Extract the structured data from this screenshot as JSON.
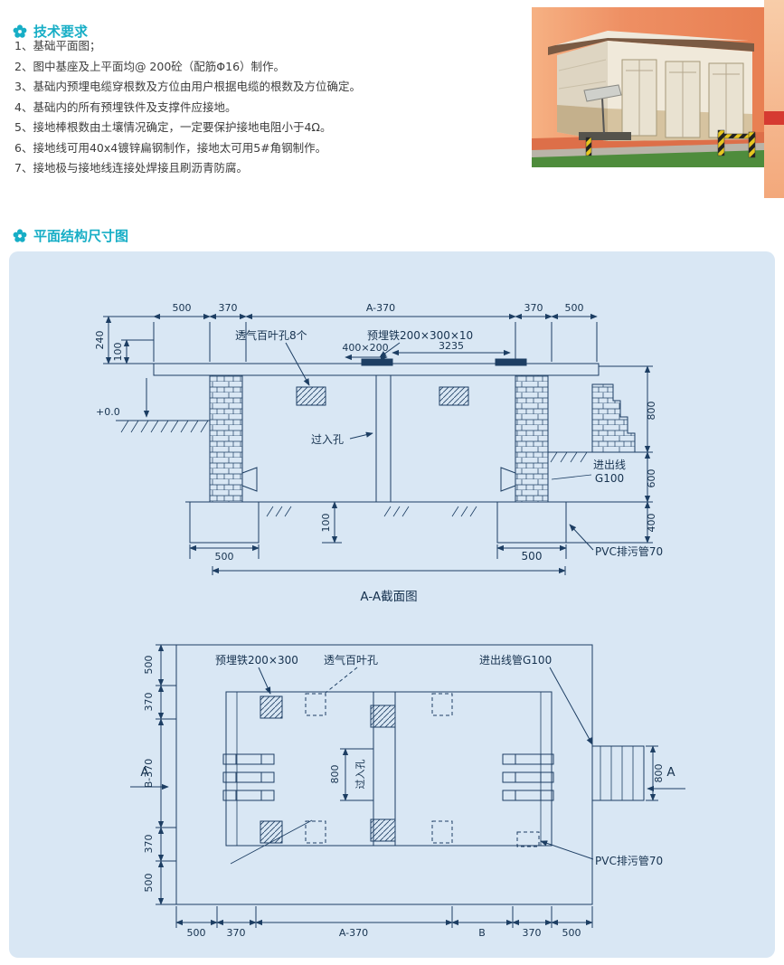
{
  "colors": {
    "accent": "#17aec6",
    "panel_bg": "#d9e7f4",
    "drawing_line": "#1d3e63",
    "photo_wall": "#ee8f63",
    "edge_red": "#d63a31"
  },
  "tech": {
    "icon": "flower-icon",
    "title": "技术要求",
    "items": [
      "1、基础平面图；",
      "2、图中基座及上平面均@ 200砼（配筋Φ16）制作。",
      "3、基础内预埋电缆穿根数及方位由用户根据电缆的根数及方位确定。",
      "4、基础内的所有预埋铁件及支撑件应接地。",
      "5、接地棒根数由土壤情况确定，一定要保护接地电阻小于4Ω。",
      "6、接地线可用40x4镀锌扁钢制作，接地太可用5#角钢制作。",
      "7、接地极与接地线连接处焊接且刷沥青防腐。"
    ]
  },
  "plan_section": {
    "icon": "flower-icon",
    "title": "平面结构尺寸图"
  },
  "cross_section": {
    "caption": "A-A截面图",
    "top_dims": [
      "500",
      "370",
      "A-370",
      "370",
      "500"
    ],
    "left_dims": [
      "240",
      "100"
    ],
    "right_dims": [
      "800",
      "600",
      "400"
    ],
    "bottom_dims": [
      "500",
      "100",
      "500"
    ],
    "level": "+0.0",
    "vent_label": "透气百叶孔8个",
    "vent_size": "400×200",
    "embed_label": "预埋铁200×300×10",
    "span_dim": "3235",
    "access_label": "过入孔",
    "inout_label_1": "进出线",
    "inout_label_2": "G100",
    "pvc_label": "PVC排污管70"
  },
  "plan_view": {
    "embed_label": "预埋铁200×300",
    "vent_label": "透气百叶孔",
    "inout_label": "进出线管G100",
    "pvc_label": "PVC排污管70",
    "access_label": "过入孔",
    "section_marker": "A",
    "left_dims": [
      "500",
      "370",
      "B-370",
      "370",
      "500"
    ],
    "bottom_dims": [
      "500",
      "370",
      "A-370",
      "B",
      "370",
      "500"
    ],
    "hole_dim": "800",
    "duct_dim": "800"
  }
}
